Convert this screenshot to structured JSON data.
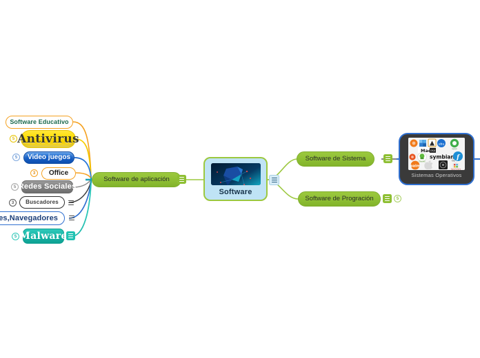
{
  "app": {
    "type": "mind-map",
    "title": "Software"
  },
  "colors": {
    "green": "#8ebf33",
    "orange": "#f5a120",
    "blue": "#1760c6",
    "gray": "#7f7f7f",
    "yellow": "#ffdd00",
    "teal": "#15b3a4",
    "dark": "#3a3a3a",
    "center_fill": "#bfe3f5"
  },
  "center": {
    "label": "Software",
    "image_name": "software-thumbnail",
    "note_icon": "note-icon"
  },
  "branches": {
    "left": {
      "parent_label": "Software de aplicación",
      "parent_note_icon": "note-icon",
      "children": [
        {
          "label": "Software Educativo",
          "style": "educativo",
          "collapse": "",
          "note": false
        },
        {
          "label": "Antivirus",
          "style": "antivirus",
          "collapse": "5",
          "note": false
        },
        {
          "label": "Video juegos",
          "style": "video",
          "collapse": "5",
          "note": false
        },
        {
          "label": "Office",
          "style": "office",
          "collapse": "3",
          "note": false
        },
        {
          "label": "Redes Sociales",
          "style": "redes",
          "collapse": "5",
          "note": false
        },
        {
          "label": "Buscadores",
          "style": "buscadores",
          "collapse": "3",
          "note": true
        },
        {
          "label": "es,Navegadores",
          "style": "navegadores",
          "collapse": "",
          "note": true
        },
        {
          "label": "Malware",
          "style": "malware",
          "collapse": "5",
          "note": true
        }
      ]
    },
    "right": {
      "items": [
        {
          "label": "Software de Sistema",
          "note": true,
          "collapse": ""
        },
        {
          "label": "Software de Progración",
          "note": true,
          "collapse": "5"
        }
      ]
    },
    "far_right": {
      "label": "Sistemas Operativos",
      "image_name": "operating-systems-collage"
    }
  }
}
